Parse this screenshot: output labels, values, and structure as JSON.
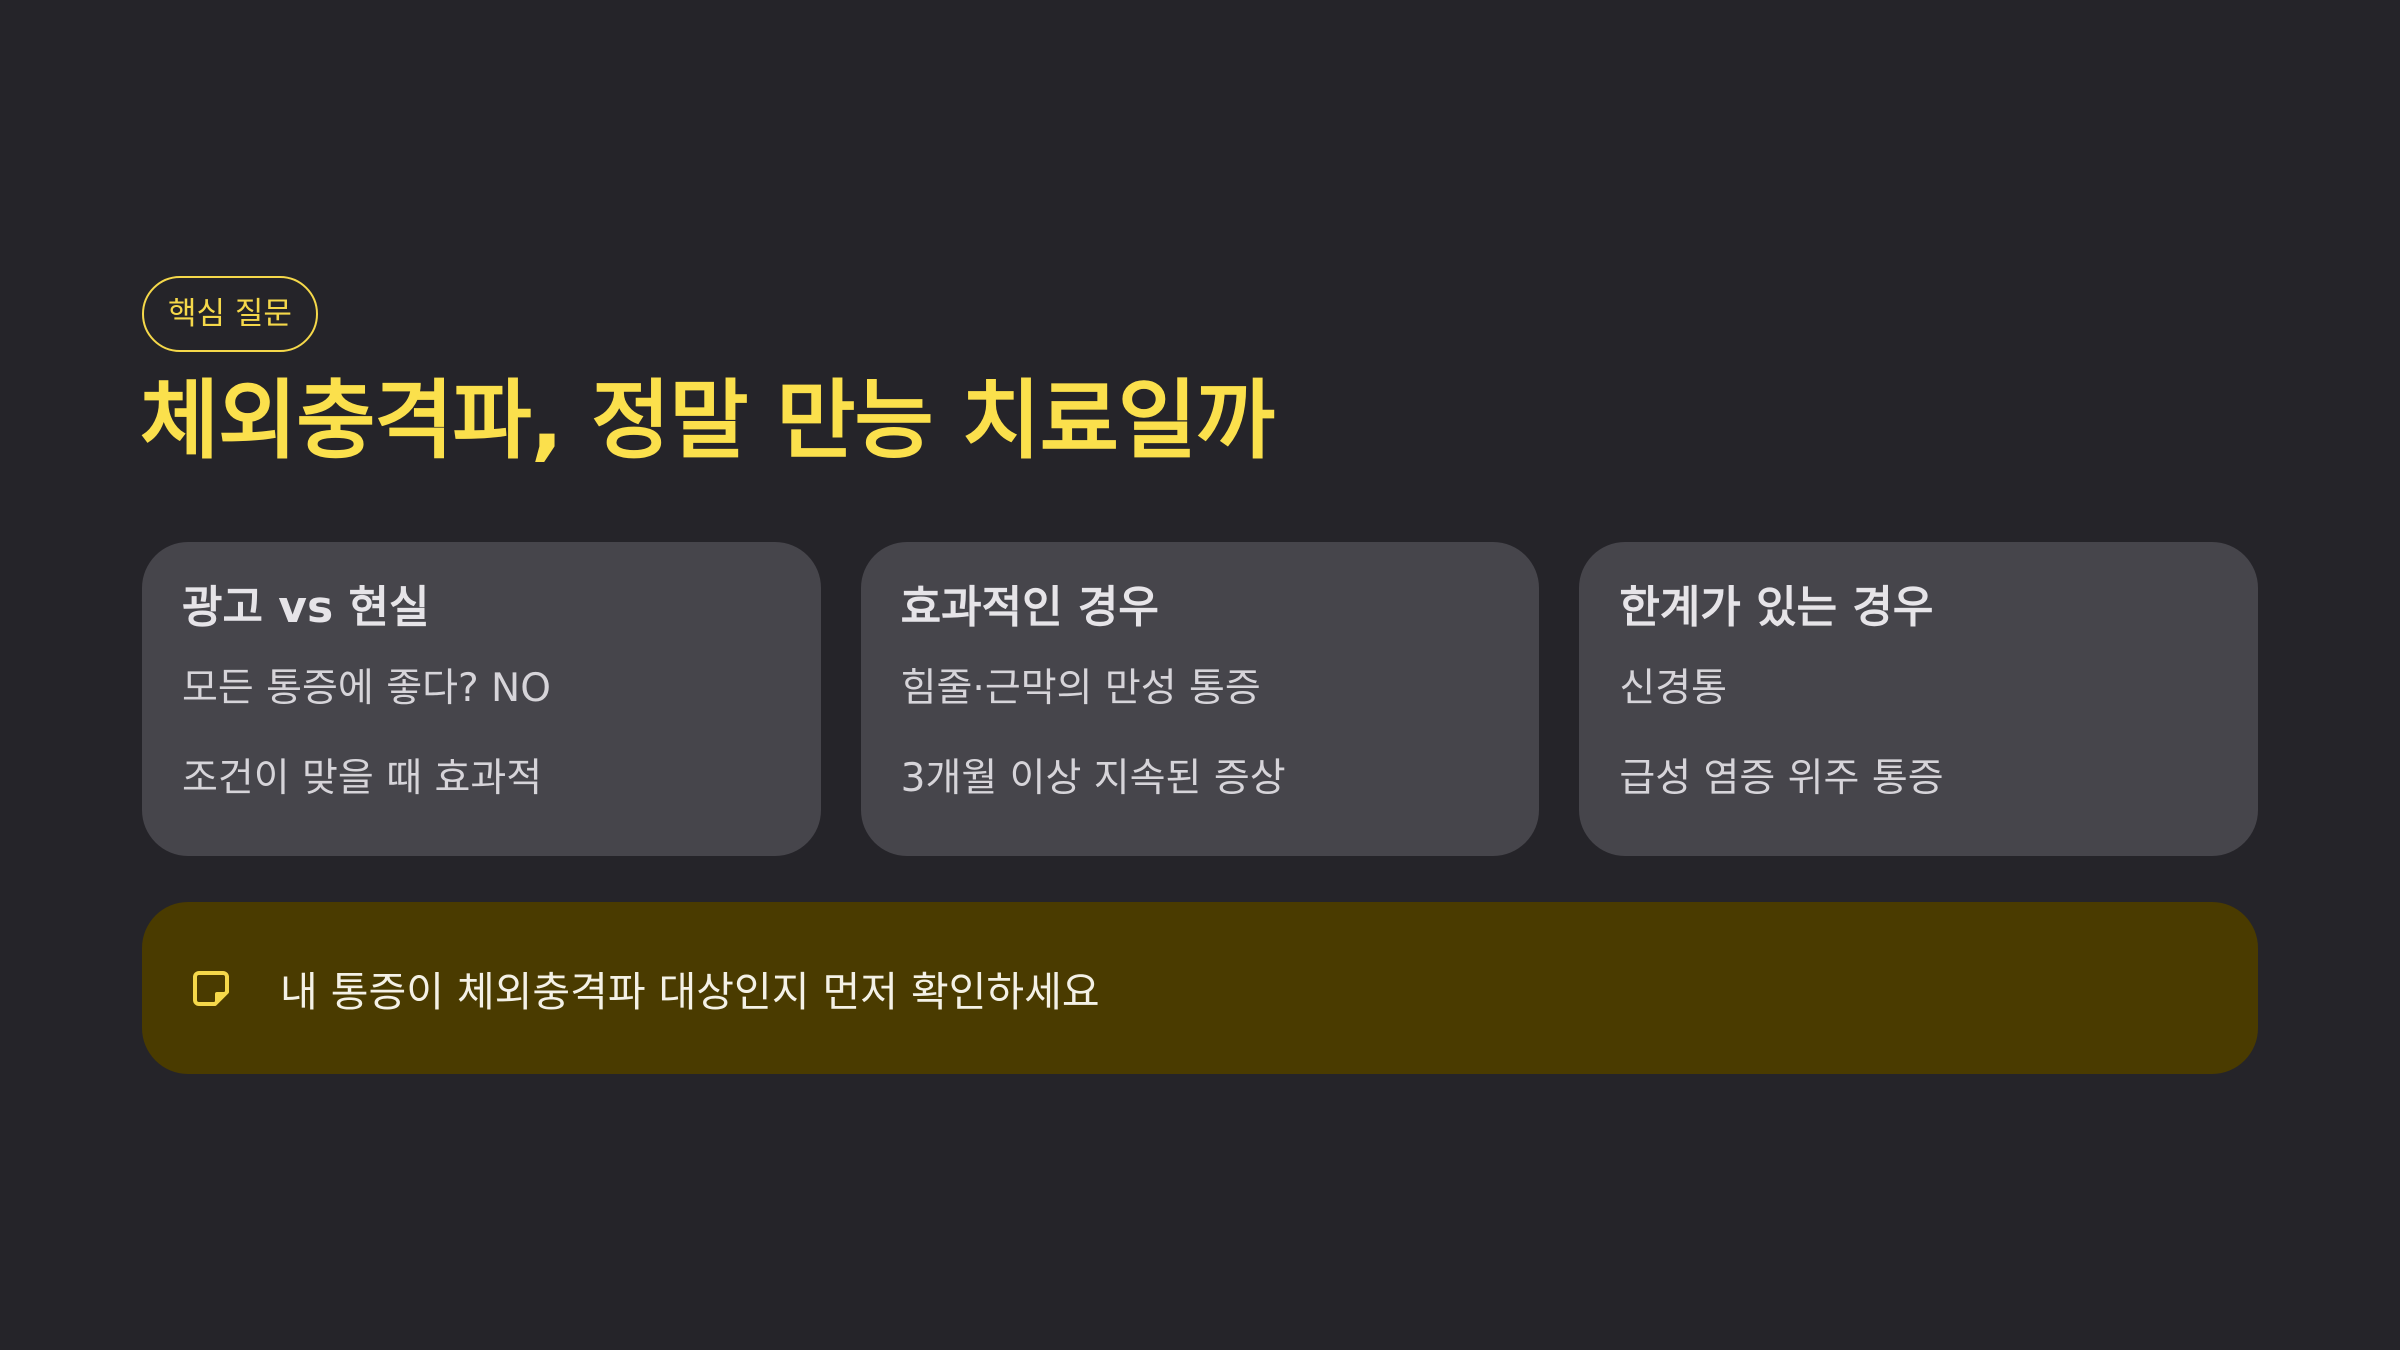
{
  "tag": {
    "label": "핵심 질문"
  },
  "title": "체외충격파, 정말 만능 치료일까",
  "cards": [
    {
      "title": "광고 vs 현실",
      "lines": [
        "모든 통증에 좋다? NO",
        "조건이 맞을 때 효과적"
      ]
    },
    {
      "title": "효과적인 경우",
      "lines": [
        "힘줄·근막의 만성 통증",
        "3개월 이상 지속된 증상"
      ]
    },
    {
      "title": "한계가 있는 경우",
      "lines": [
        "신경통",
        "급성 염증 위주 통증"
      ]
    }
  ],
  "callout": {
    "icon": "sticky-note-icon",
    "text": "내 통증이 체외충격파 대상인지 먼저 확인하세요"
  },
  "colors": {
    "background": "#252429",
    "accent": "#fbe04c",
    "card": "#46454b",
    "callout_bg": "#4a3b00"
  }
}
